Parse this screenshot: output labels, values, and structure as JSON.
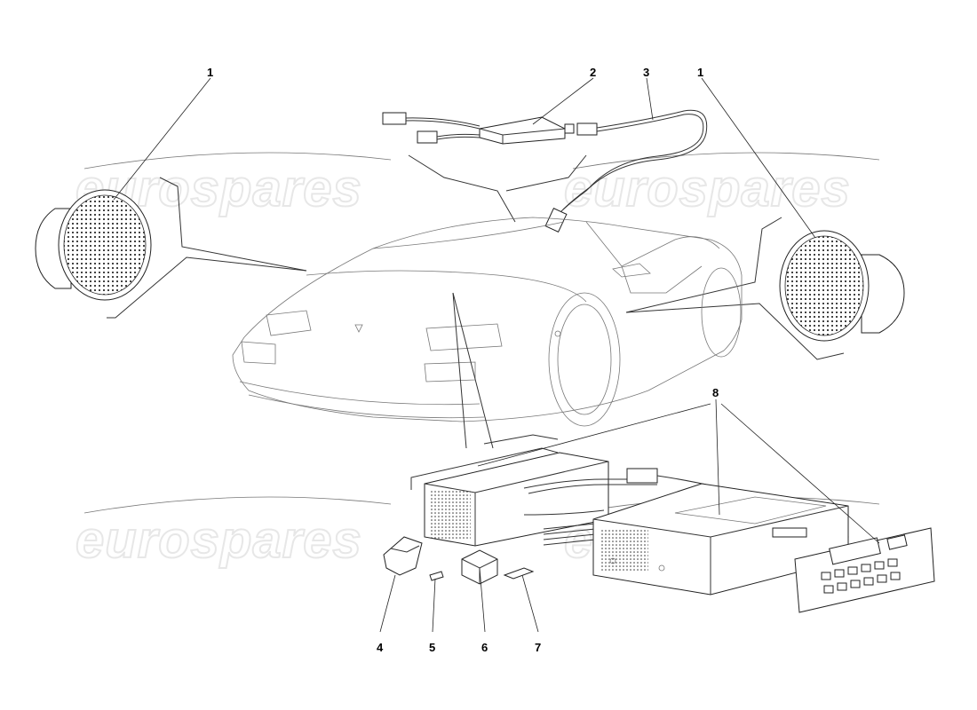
{
  "watermark": {
    "text": "eurospares"
  },
  "callouts": [
    {
      "id": "c1a",
      "label": "1"
    },
    {
      "id": "c1b",
      "label": "1"
    },
    {
      "id": "c2",
      "label": "2"
    },
    {
      "id": "c3",
      "label": "3"
    },
    {
      "id": "c4",
      "label": "4"
    },
    {
      "id": "c5",
      "label": "5"
    },
    {
      "id": "c6",
      "label": "6"
    },
    {
      "id": "c7",
      "label": "7"
    },
    {
      "id": "c8",
      "label": "8"
    }
  ]
}
